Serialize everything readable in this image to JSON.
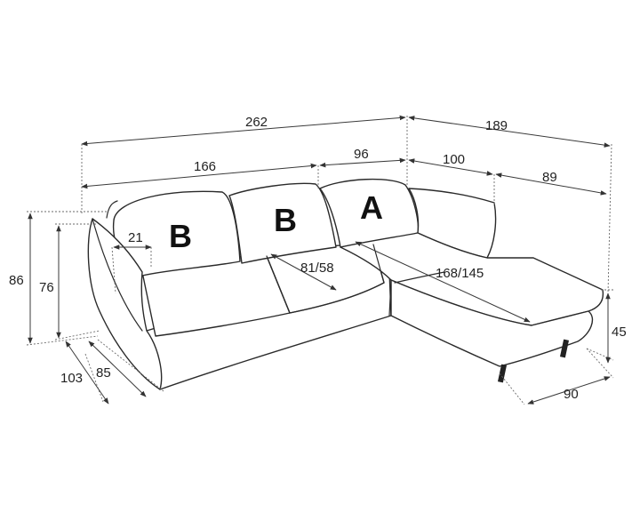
{
  "diagram": {
    "seat_labels": {
      "left": "B",
      "middle": "B",
      "right": "A"
    },
    "dimensions": {
      "total_width": "262",
      "total_depth": "189",
      "back_section": "166",
      "middle_section": "96",
      "chaise_back": "100",
      "chaise_width": "89",
      "armrest": "21",
      "seat_depth": "81/58",
      "chaise_depth": "168/145",
      "height_total": "86",
      "height_back": "76",
      "depth_total": "103",
      "depth_seat": "85",
      "chaise_height": "45",
      "chaise_front": "90"
    }
  }
}
